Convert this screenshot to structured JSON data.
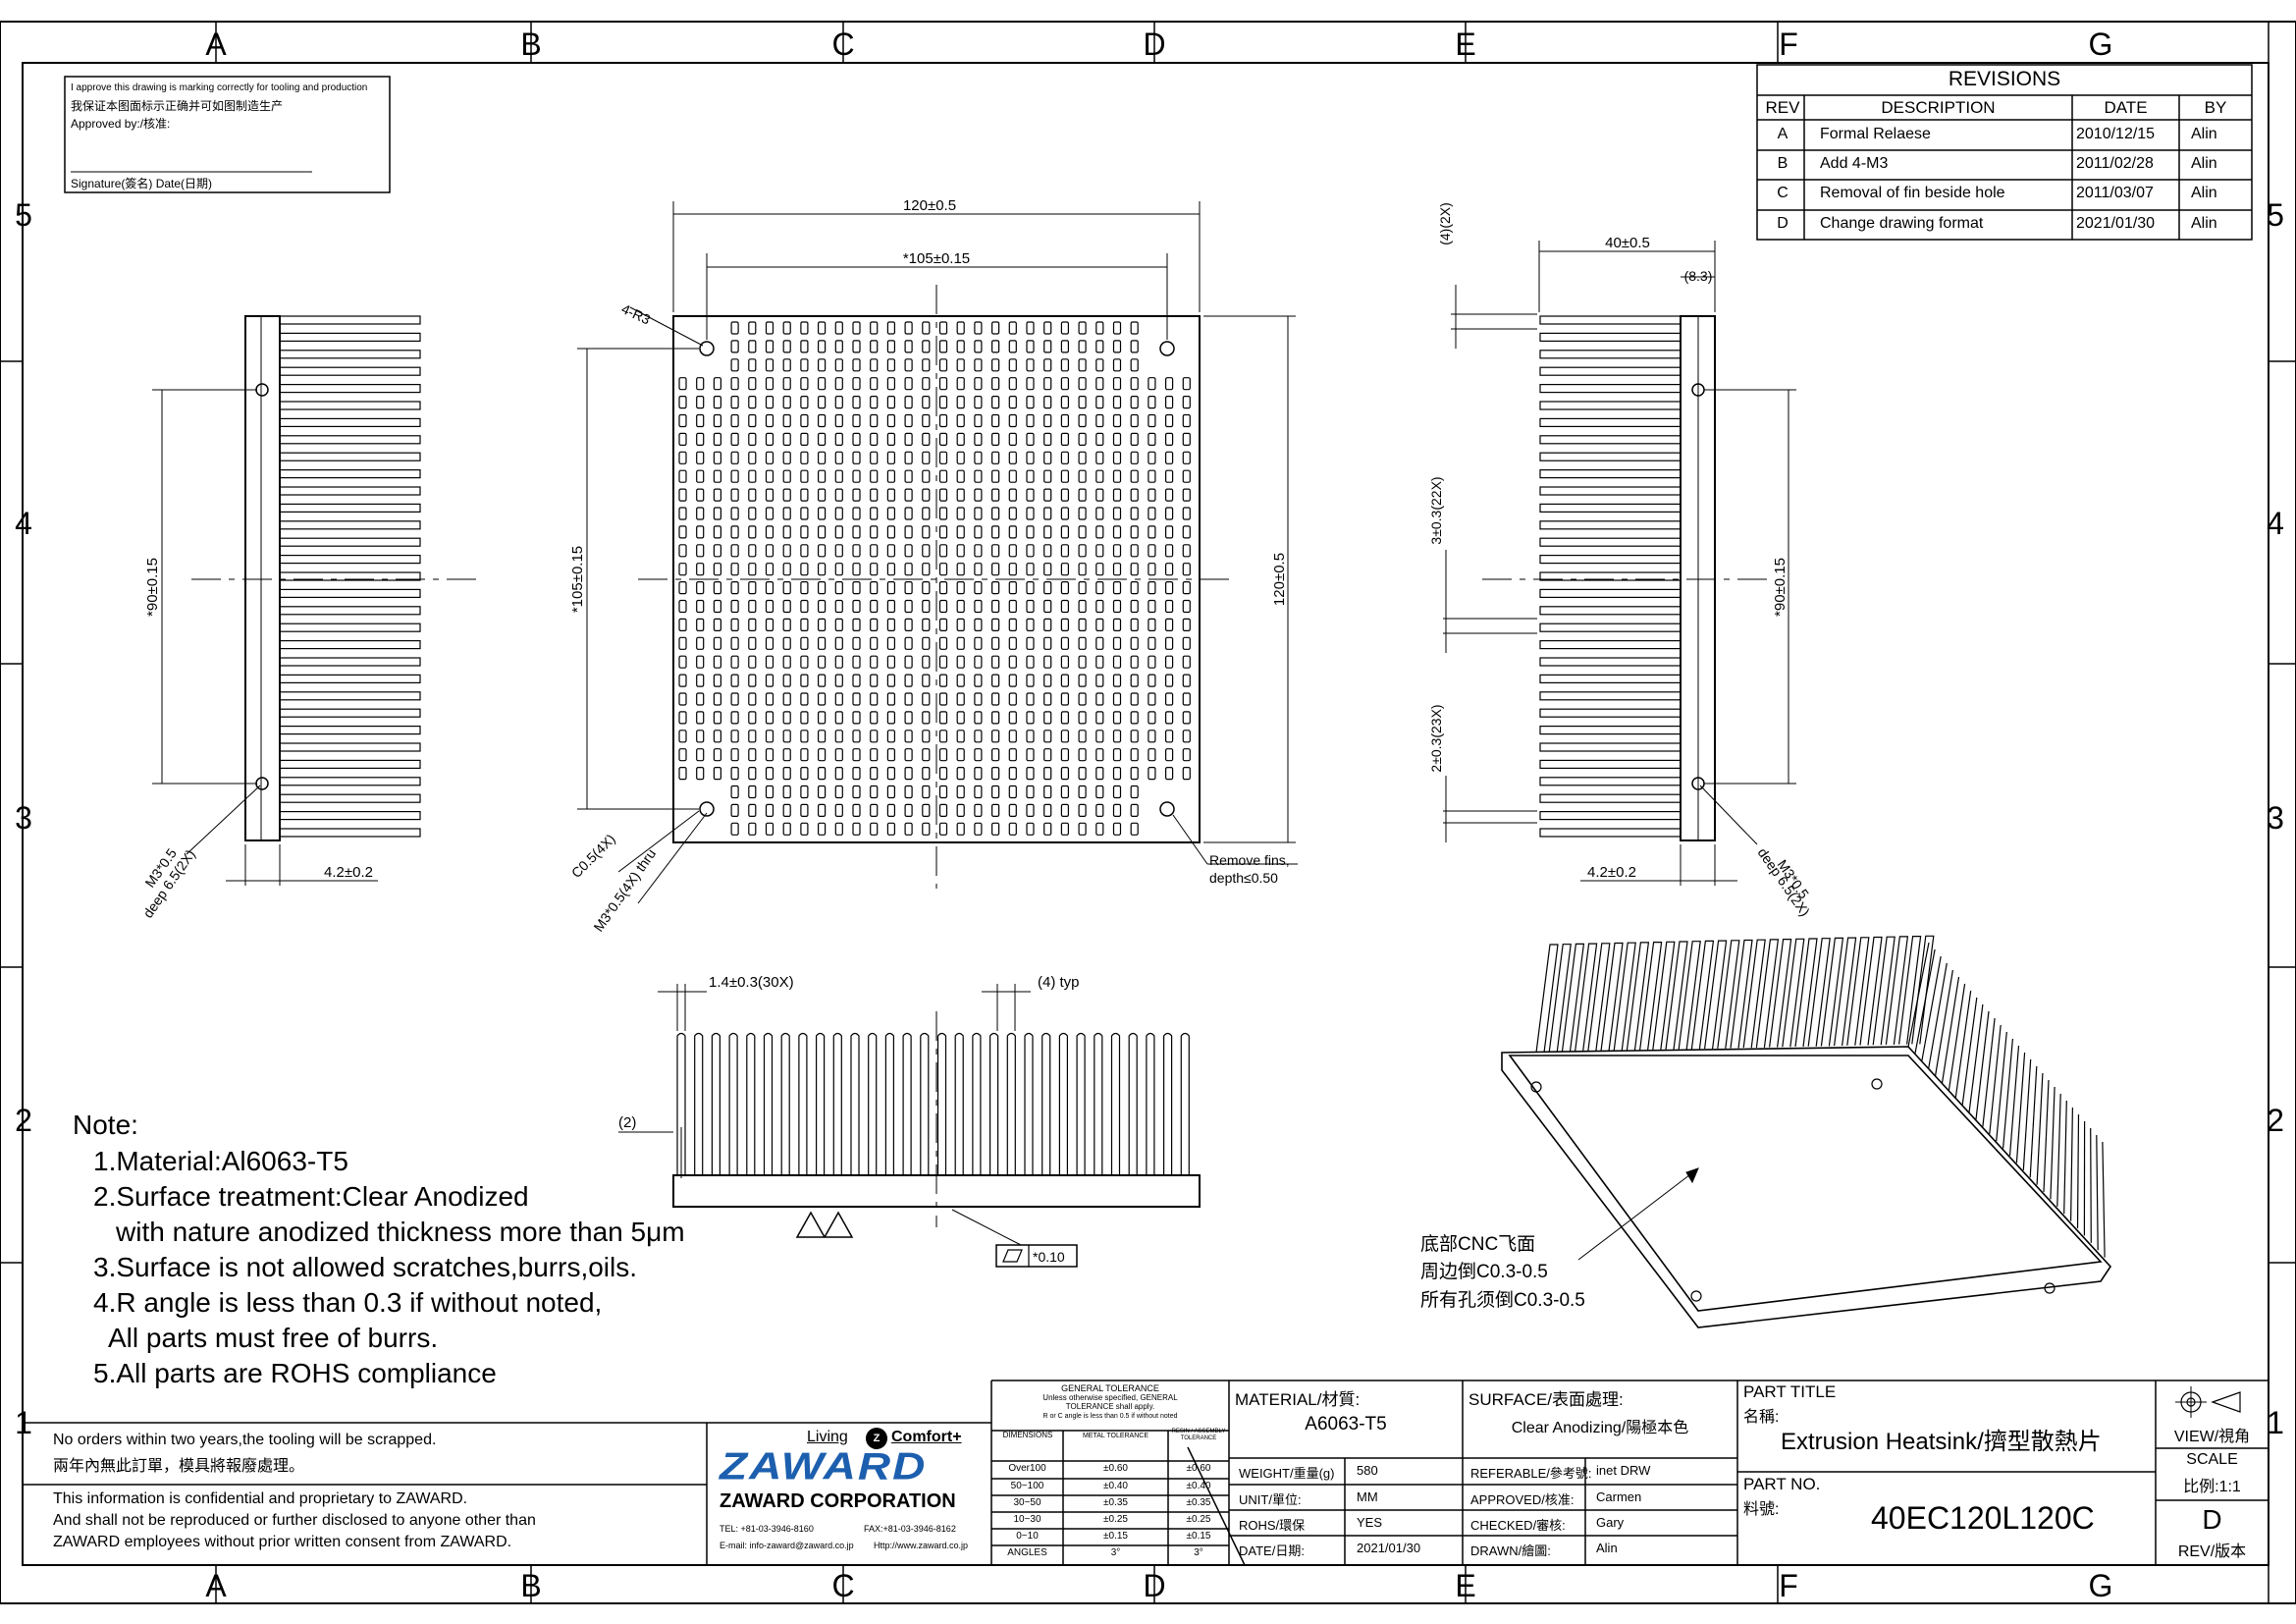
{
  "grid": {
    "cols": [
      "A",
      "B",
      "C",
      "D",
      "E",
      "F",
      "G"
    ],
    "rows": [
      "5",
      "4",
      "3",
      "2",
      "1"
    ]
  },
  "approval": {
    "line1": "I approve this drawing is marking correctly for tooling and production",
    "line2": "我保证本图面标示正确并可如图制造生产",
    "line3": "Approved by:/核准:",
    "line4": "Signature(簽名)  Date(日期)"
  },
  "revisions": {
    "title": "REVISIONS",
    "headers": [
      "REV",
      "DESCRIPTION",
      "DATE",
      "BY"
    ],
    "rows": [
      {
        "rev": "A",
        "desc": "Formal Relaese",
        "date": "2010/12/15",
        "by": "Alin"
      },
      {
        "rev": "B",
        "desc": "Add 4-M3",
        "date": "2011/02/28",
        "by": "Alin"
      },
      {
        "rev": "C",
        "desc": "Removal of fin beside hole",
        "date": "2011/03/07",
        "by": "Alin"
      },
      {
        "rev": "D",
        "desc": "Change drawing format",
        "date": "2021/01/30",
        "by": "Alin"
      }
    ]
  },
  "dims": {
    "front_width": "120±0.5",
    "front_hole_pitch": "*105±0.15",
    "front_radius": "4-R3",
    "front_height_pitch": "*105±0.15",
    "front_height": "120±0.5",
    "front_chamfer": "C0.5(4X)",
    "front_thread": "M3*0.5(4X) thru",
    "front_remove_1": "Remove fins,",
    "front_remove_2": "depth≤0.50",
    "left_pitch": "*90±0.15",
    "left_thread_1": "M3*0.5",
    "left_thread_2": "deep 6.5(2X)",
    "left_base": "4.2±0.2",
    "right_top": "(4)(2X)",
    "right_width": "40±0.5",
    "right_fin": "(8.3)",
    "right_mid": "3±0.3(22X)",
    "right_low": "2±0.3(23X)",
    "right_pitch": "*90±0.15",
    "right_base": "4.2±0.2",
    "right_thread_1": "M3*0.5",
    "right_thread_2": "deep 6.5(2X)",
    "bottom_fin": "1.4±0.3(30X)",
    "bottom_typ": "(4) typ",
    "bottom_two": "(2)",
    "bottom_flat": "*0.10"
  },
  "iso_notes": {
    "line1": "底部CNC飞面",
    "line2": "周边倒C0.3-0.5",
    "line3": "所有孔须倒C0.3-0.5"
  },
  "notes": {
    "title": "Note:",
    "lines": [
      "1.Material:Al6063-T5",
      "2.Surface treatment:Clear Anodized",
      "with nature anodized thickness more than 5μm",
      "3.Surface is not allowed scratches,burrs,oils.",
      "4.R angle is less than 0.3 if without noted,",
      "All parts must free of burrs.",
      "5.All parts are ROHS compliance"
    ]
  },
  "title_block": {
    "warn1": "No orders within two years,the tooling will be scrapped.",
    "warn2": "兩年內無此訂單，模具將報廢處理。",
    "conf1": "This information is confidential and proprietary to ZAWARD.",
    "conf2": "And shall not be reproduced or further disclosed to anyone other than",
    "conf3": "ZAWARD employees without prior written consent from ZAWARD.",
    "slogan_living": "Living",
    "slogan_comfort": "Comfort+",
    "logo": "ZAWARD",
    "company": "ZAWARD CORPORATION",
    "tel": "TEL: +81-03-3946-8160",
    "fax": "FAX:+81-03-3946-8162",
    "email": "E-mail: info-zaward@zaward.co.jp",
    "web": "Http://www.zaward.co.jp",
    "tol_title": "GENERAL TOLERANCE",
    "tol_sub1": "Unless otherwise specified, GENERAL",
    "tol_sub2": "TOLERANCE shall apply.",
    "tol_sub3": "R or C angle is less than 0.5 if without noted",
    "tol_headers": [
      "DIMENSIONS",
      "METAL TOLERANCE",
      "RESIN / ASSEMBLY TOLERANCE"
    ],
    "tol_rows": [
      {
        "dim": "Over100",
        "metal": "±0.60",
        "resin": "±0.60"
      },
      {
        "dim": "50~100",
        "metal": "±0.40",
        "resin": "±0.40"
      },
      {
        "dim": "30~50",
        "metal": "±0.35",
        "resin": "±0.35"
      },
      {
        "dim": "10~30",
        "metal": "±0.25",
        "resin": "±0.25"
      },
      {
        "dim": "0~10",
        "metal": "±0.15",
        "resin": "±0.15"
      },
      {
        "dim": "ANGLES",
        "metal": "3°",
        "resin": "3°"
      }
    ],
    "material_label": "MATERIAL/材質:",
    "material_value": "A6063-T5",
    "surface_label": "SURFACE/表面處理:",
    "surface_value": "Clear Anodizing/陽極本色",
    "weight_label": "WEIGHT/重量(g)",
    "weight_value": "580",
    "unit_label": "UNIT/單位:",
    "unit_value": "MM",
    "rohs_label": "ROHS/環保",
    "rohs_value": "YES",
    "date_label": "DATE/日期:",
    "date_value": "2021/01/30",
    "ref_label": "REFERABLE/參考號:",
    "ref_value": "inet DRW",
    "approved_label": "APPROVED/核准:",
    "approved_value": "Carmen",
    "checked_label": "CHECKED/審核:",
    "checked_value": "Gary",
    "drawn_label": "DRAWN/繪圖:",
    "drawn_value": "Alin",
    "part_title_label": "PART TITLE",
    "part_title_cn": "名稱:",
    "part_title_value": "Extrusion Heatsink/擠型散熱片",
    "part_no_label": "PART NO.",
    "part_no_cn": "料號:",
    "part_no_value": "40EC120L120C",
    "view_label": "VIEW/視角",
    "scale_label": "SCALE",
    "scale_value": "比例:1:1",
    "rev_value": "D",
    "rev_label": "REV/版本"
  }
}
